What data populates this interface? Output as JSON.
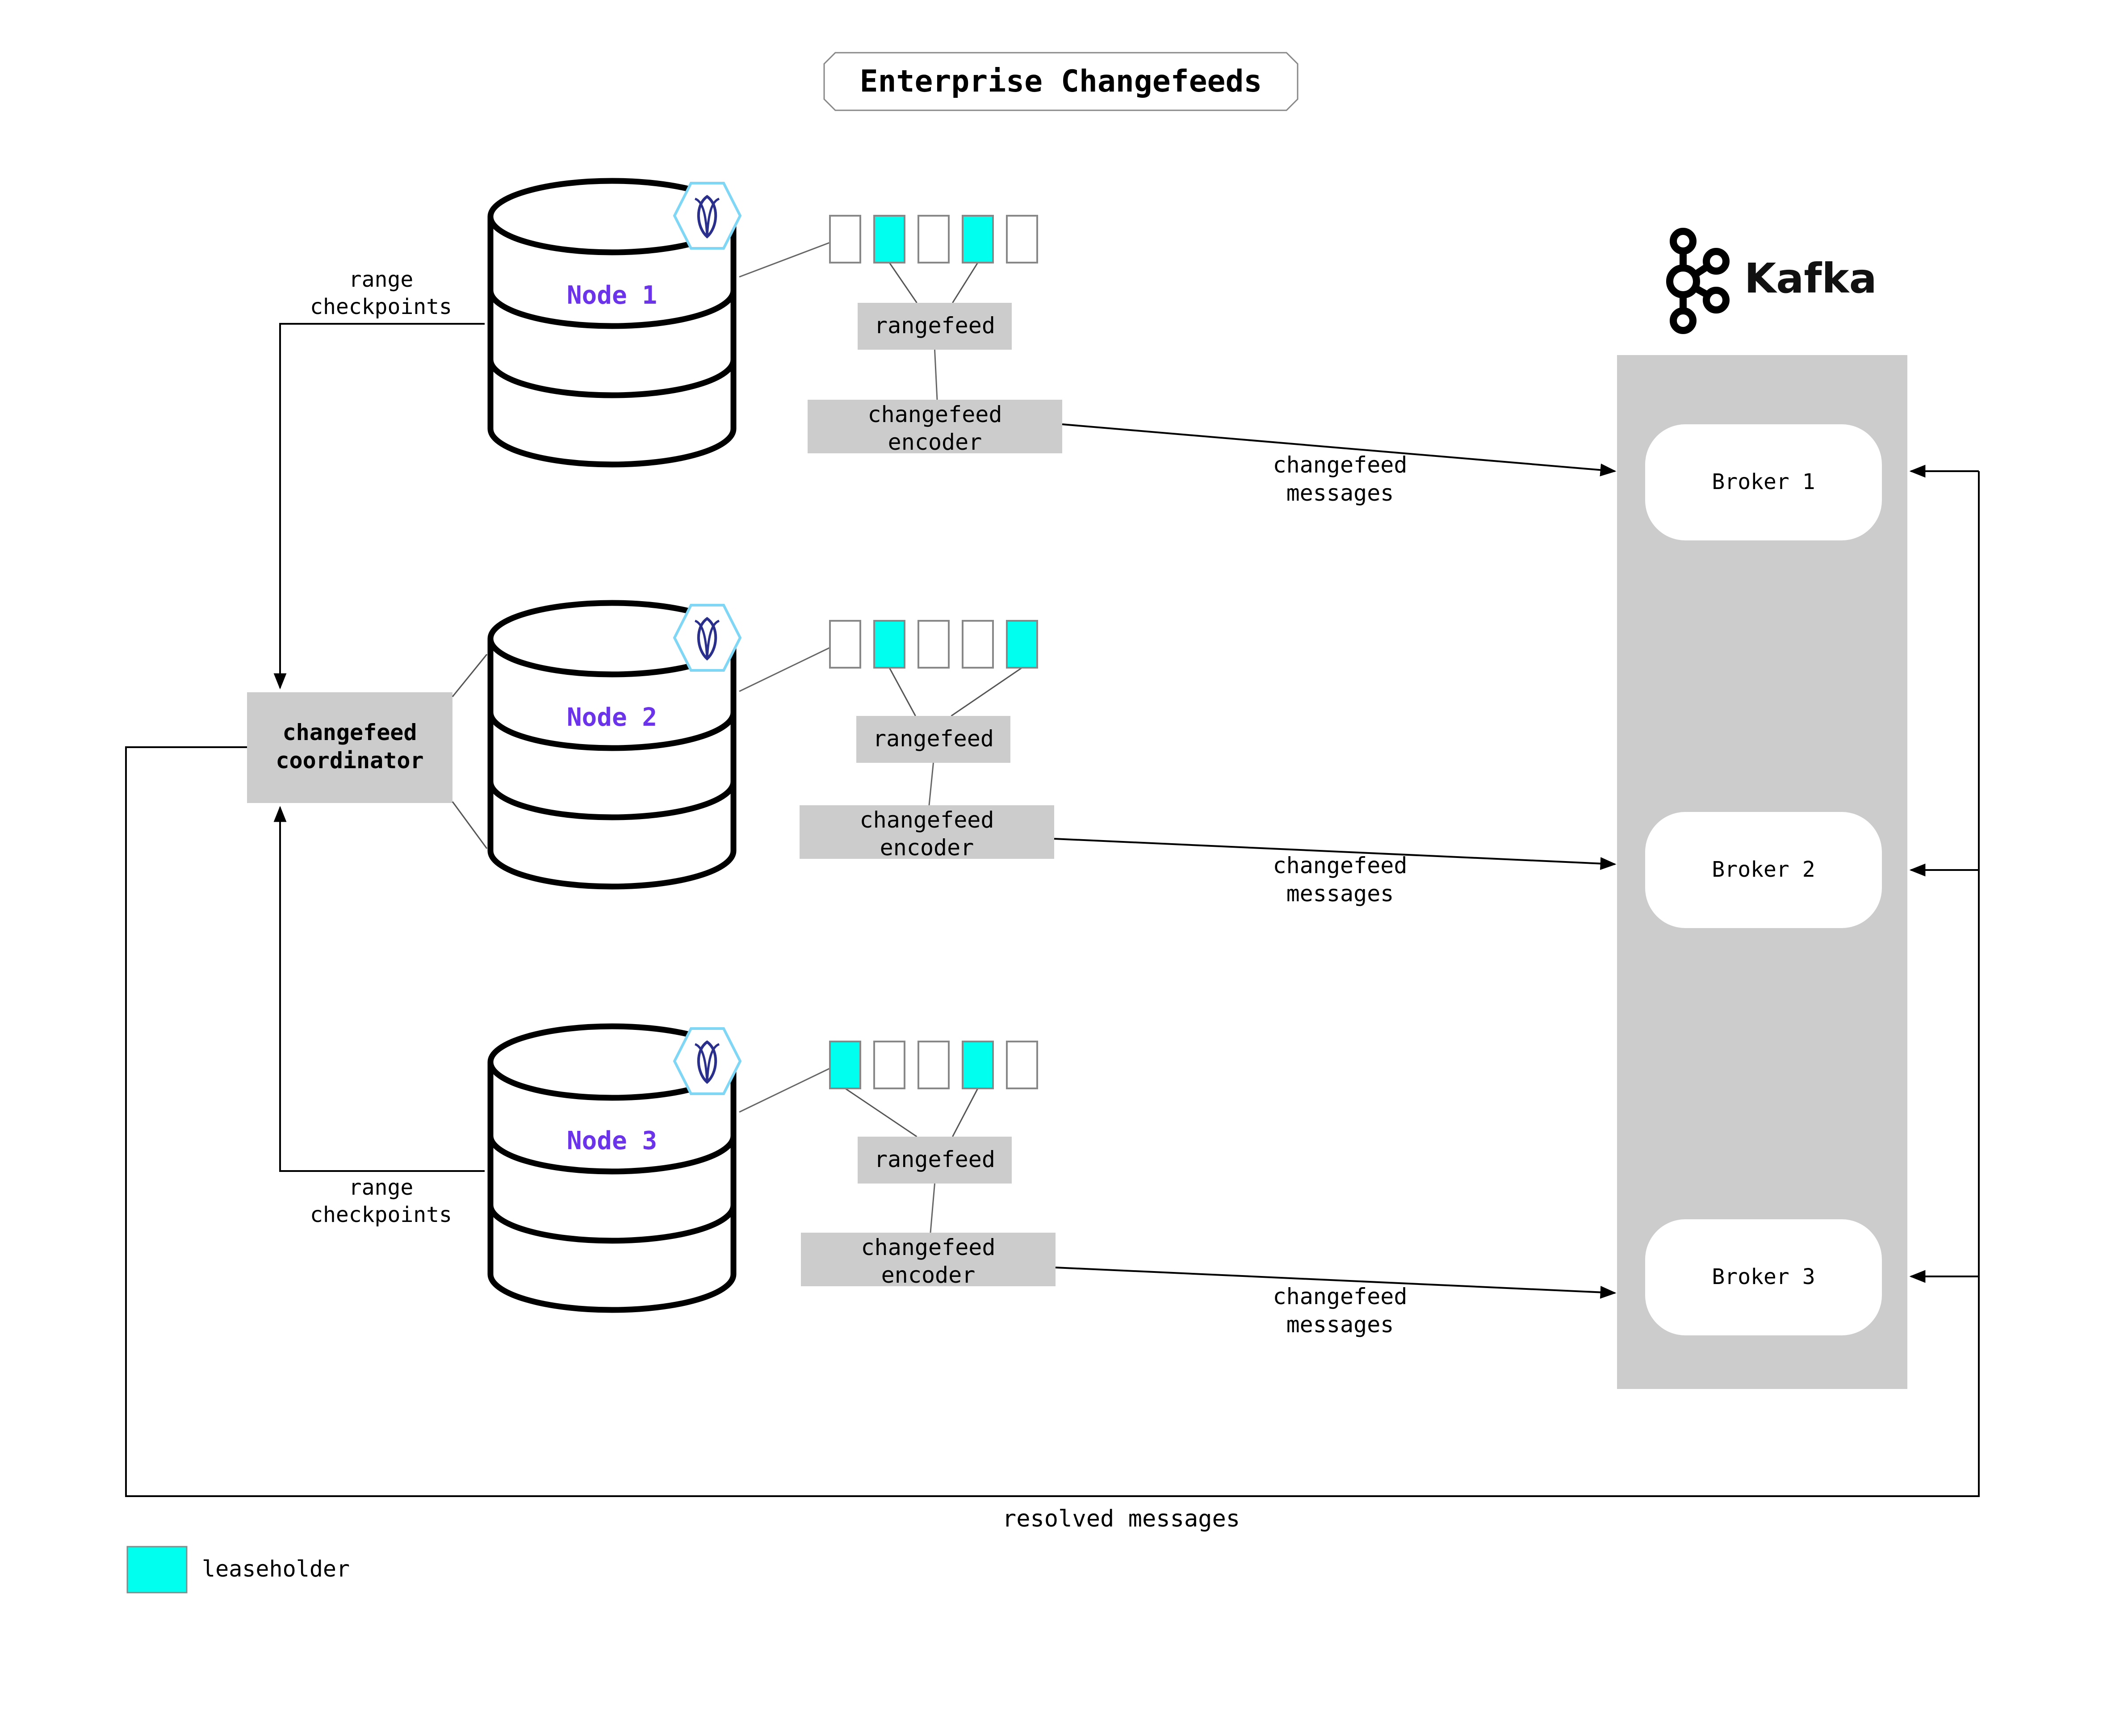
{
  "title": "Enterprise Changefeeds",
  "colors": {
    "leaseholder": "#00ffee",
    "node_label": "#6b33ea",
    "gray_box": "#cccccc",
    "hex_outline": "#7fd6f5",
    "roach_icon": "#2b2f8c"
  },
  "coordinator": {
    "line1": "changefeed",
    "line2": "coordinator"
  },
  "checkpoints_top": {
    "line1": "range",
    "line2": "checkpoints"
  },
  "checkpoints_bottom": {
    "line1": "range",
    "line2": "checkpoints"
  },
  "nodes": [
    {
      "label": "Node 1",
      "ranges": [
        false,
        true,
        false,
        true,
        false
      ],
      "rangefeed": "rangefeed",
      "encoder_line1": "changefeed",
      "encoder_line2": "encoder",
      "messages_line1": "changefeed",
      "messages_line2": "messages"
    },
    {
      "label": "Node 2",
      "ranges": [
        false,
        true,
        false,
        false,
        true
      ],
      "rangefeed": "rangefeed",
      "encoder_line1": "changefeed",
      "encoder_line2": "encoder",
      "messages_line1": "changefeed",
      "messages_line2": "messages"
    },
    {
      "label": "Node 3",
      "ranges": [
        true,
        false,
        false,
        true,
        false
      ],
      "rangefeed": "rangefeed",
      "encoder_line1": "changefeed",
      "encoder_line2": "encoder",
      "messages_line1": "changefeed",
      "messages_line2": "messages"
    }
  ],
  "kafka": {
    "logo_text": "Kafka",
    "brokers": [
      "Broker 1",
      "Broker 2",
      "Broker 3"
    ]
  },
  "resolved": "resolved messages",
  "legend": {
    "label": "leaseholder"
  }
}
